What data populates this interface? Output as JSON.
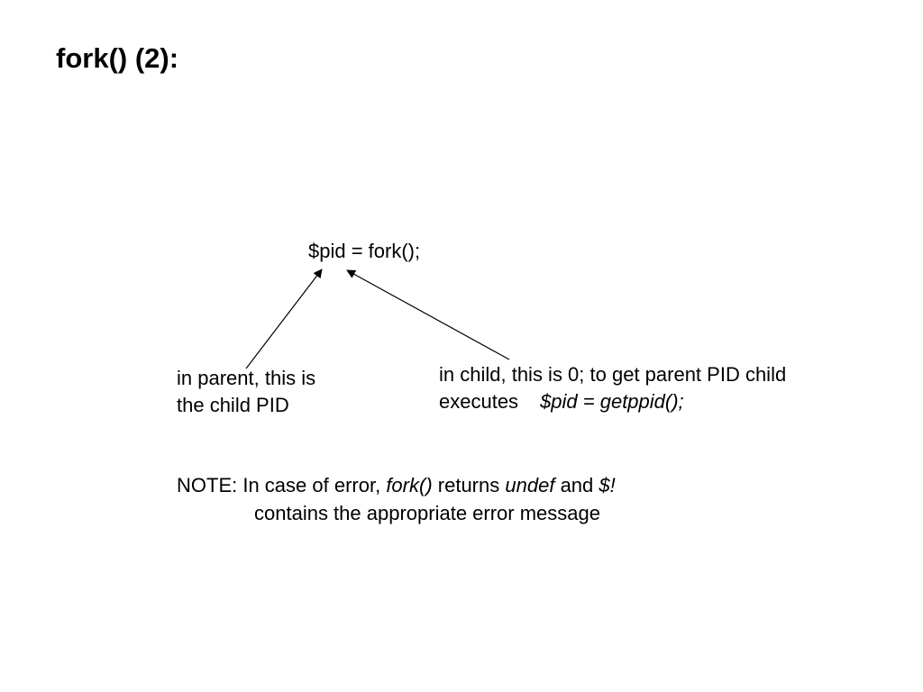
{
  "slide": {
    "title": "fork() (2):",
    "code": "$pid = fork();",
    "parent": {
      "line1": "in parent, this is",
      "line2": "the child PID"
    },
    "child": {
      "line1": "in child, this is 0; to get parent PID child",
      "line2_prefix": "executes",
      "line2_code": "$pid = getppid();"
    },
    "note": {
      "prefix": "NOTE: In case of error,",
      "fork": "fork()",
      "returns": "returns",
      "undef": "undef",
      "and": "and",
      "error_var": "$!",
      "line2": "contains the appropriate error message"
    }
  }
}
